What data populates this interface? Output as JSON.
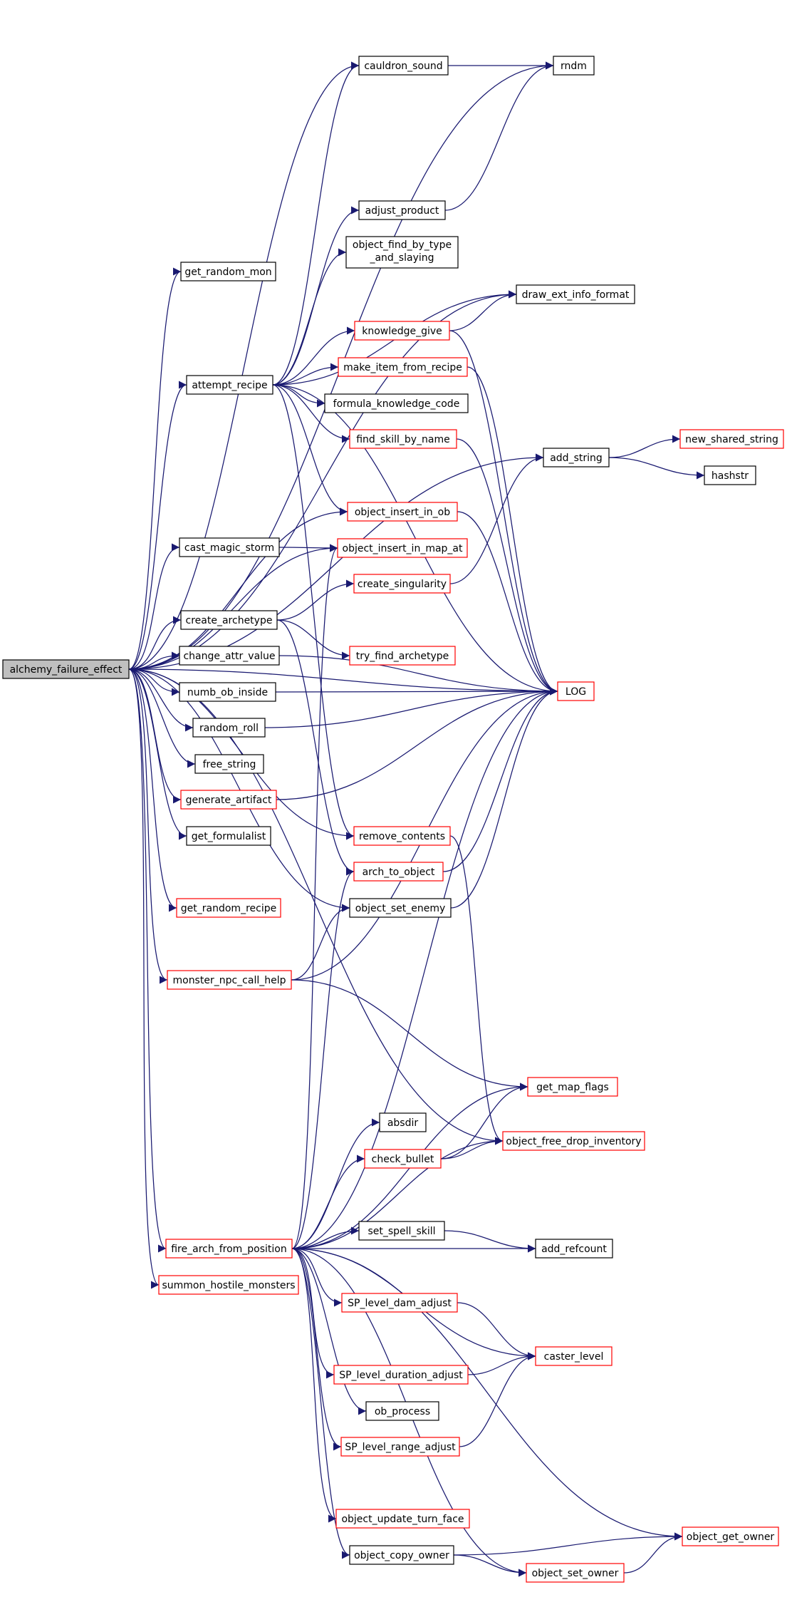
{
  "colors": {
    "edge": "#191970",
    "normal_border": "#000000",
    "truncated_border": "#ff0000",
    "root_fill": "#bfbfbf",
    "background": "#ffffff"
  },
  "nodes": [
    {
      "id": "root",
      "label": "alchemy_failure_effect",
      "style": "root"
    },
    {
      "id": "cauldron_sound",
      "label": "cauldron_sound",
      "style": "normal"
    },
    {
      "id": "rndm",
      "label": "rndm",
      "style": "normal"
    },
    {
      "id": "adjust_product",
      "label": "adjust_product",
      "style": "normal"
    },
    {
      "id": "object_find_by_type",
      "label": "object_find_by_type",
      "label2": "_and_slaying",
      "style": "normal"
    },
    {
      "id": "get_random_mon",
      "label": "get_random_mon",
      "style": "normal"
    },
    {
      "id": "draw_ext_info_format",
      "label": "draw_ext_info_format",
      "style": "normal"
    },
    {
      "id": "knowledge_give",
      "label": "knowledge_give",
      "style": "truncated"
    },
    {
      "id": "make_item_from_recipe",
      "label": "make_item_from_recipe",
      "style": "truncated"
    },
    {
      "id": "attempt_recipe",
      "label": "attempt_recipe",
      "style": "normal"
    },
    {
      "id": "formula_knowledge_code",
      "label": "formula_knowledge_code",
      "style": "normal"
    },
    {
      "id": "find_skill_by_name",
      "label": "find_skill_by_name",
      "style": "truncated"
    },
    {
      "id": "add_string",
      "label": "add_string",
      "style": "normal"
    },
    {
      "id": "new_shared_string",
      "label": "new_shared_string",
      "style": "truncated"
    },
    {
      "id": "hashstr",
      "label": "hashstr",
      "style": "normal"
    },
    {
      "id": "object_insert_in_ob",
      "label": "object_insert_in_ob",
      "style": "truncated"
    },
    {
      "id": "cast_magic_storm",
      "label": "cast_magic_storm",
      "style": "normal"
    },
    {
      "id": "object_insert_in_map_at",
      "label": "object_insert_in_map_at",
      "style": "truncated"
    },
    {
      "id": "create_singularity",
      "label": "create_singularity",
      "style": "truncated"
    },
    {
      "id": "create_archetype",
      "label": "create_archetype",
      "style": "normal"
    },
    {
      "id": "try_find_archetype",
      "label": "try_find_archetype",
      "style": "truncated"
    },
    {
      "id": "change_attr_value",
      "label": "change_attr_value",
      "style": "normal"
    },
    {
      "id": "LOG",
      "label": "LOG",
      "style": "truncated"
    },
    {
      "id": "numb_ob_inside",
      "label": "numb_ob_inside",
      "style": "normal"
    },
    {
      "id": "random_roll",
      "label": "random_roll",
      "style": "normal"
    },
    {
      "id": "free_string",
      "label": "free_string",
      "style": "normal"
    },
    {
      "id": "generate_artifact",
      "label": "generate_artifact",
      "style": "truncated"
    },
    {
      "id": "get_formulalist",
      "label": "get_formulalist",
      "style": "normal"
    },
    {
      "id": "remove_contents",
      "label": "remove_contents",
      "style": "truncated"
    },
    {
      "id": "arch_to_object",
      "label": "arch_to_object",
      "style": "truncated"
    },
    {
      "id": "get_random_recipe",
      "label": "get_random_recipe",
      "style": "truncated"
    },
    {
      "id": "object_set_enemy",
      "label": "object_set_enemy",
      "style": "normal"
    },
    {
      "id": "monster_npc_call_help",
      "label": "monster_npc_call_help",
      "style": "truncated"
    },
    {
      "id": "get_map_flags",
      "label": "get_map_flags",
      "style": "truncated"
    },
    {
      "id": "absdir",
      "label": "absdir",
      "style": "normal"
    },
    {
      "id": "check_bullet",
      "label": "check_bullet",
      "style": "truncated"
    },
    {
      "id": "object_free_drop_inventory",
      "label": "object_free_drop_inventory",
      "style": "truncated"
    },
    {
      "id": "set_spell_skill",
      "label": "set_spell_skill",
      "style": "normal"
    },
    {
      "id": "fire_arch_from_position",
      "label": "fire_arch_from_position",
      "style": "truncated"
    },
    {
      "id": "add_refcount",
      "label": "add_refcount",
      "style": "normal"
    },
    {
      "id": "summon_hostile_monsters",
      "label": "summon_hostile_monsters",
      "style": "truncated"
    },
    {
      "id": "SP_level_dam_adjust",
      "label": "SP_level_dam_adjust",
      "style": "truncated"
    },
    {
      "id": "caster_level",
      "label": "caster_level",
      "style": "truncated"
    },
    {
      "id": "SP_level_duration_adjust",
      "label": "SP_level_duration_adjust",
      "style": "truncated"
    },
    {
      "id": "ob_process",
      "label": "ob_process",
      "style": "normal"
    },
    {
      "id": "SP_level_range_adjust",
      "label": "SP_level_range_adjust",
      "style": "truncated"
    },
    {
      "id": "object_update_turn_face",
      "label": "object_update_turn_face",
      "style": "truncated"
    },
    {
      "id": "object_get_owner",
      "label": "object_get_owner",
      "style": "truncated"
    },
    {
      "id": "object_copy_owner",
      "label": "object_copy_owner",
      "style": "normal"
    },
    {
      "id": "object_set_owner",
      "label": "object_set_owner",
      "style": "truncated"
    }
  ],
  "edges": [
    [
      "root",
      "rndm"
    ],
    [
      "root",
      "cauldron_sound"
    ],
    [
      "root",
      "draw_ext_info_format"
    ],
    [
      "root",
      "LOG"
    ],
    [
      "root",
      "add_string"
    ],
    [
      "root",
      "get_random_mon"
    ],
    [
      "root",
      "attempt_recipe"
    ],
    [
      "root",
      "object_insert_in_ob"
    ],
    [
      "root",
      "object_insert_in_map_at"
    ],
    [
      "root",
      "cast_magic_storm"
    ],
    [
      "root",
      "create_archetype"
    ],
    [
      "root",
      "change_attr_value"
    ],
    [
      "root",
      "numb_ob_inside"
    ],
    [
      "root",
      "random_roll"
    ],
    [
      "root",
      "free_string"
    ],
    [
      "root",
      "generate_artifact"
    ],
    [
      "root",
      "get_formulalist"
    ],
    [
      "root",
      "object_set_enemy"
    ],
    [
      "root",
      "get_random_recipe"
    ],
    [
      "root",
      "remove_contents"
    ],
    [
      "root",
      "monster_npc_call_help"
    ],
    [
      "root",
      "object_free_drop_inventory"
    ],
    [
      "root",
      "fire_arch_from_position"
    ],
    [
      "root",
      "summon_hostile_monsters"
    ],
    [
      "cauldron_sound",
      "rndm"
    ],
    [
      "adjust_product",
      "rndm"
    ],
    [
      "attempt_recipe",
      "cauldron_sound"
    ],
    [
      "attempt_recipe",
      "adjust_product"
    ],
    [
      "attempt_recipe",
      "object_find_by_type"
    ],
    [
      "attempt_recipe",
      "draw_ext_info_format"
    ],
    [
      "attempt_recipe",
      "knowledge_give"
    ],
    [
      "attempt_recipe",
      "make_item_from_recipe"
    ],
    [
      "attempt_recipe",
      "formula_knowledge_code"
    ],
    [
      "attempt_recipe",
      "find_skill_by_name"
    ],
    [
      "attempt_recipe",
      "object_insert_in_ob"
    ],
    [
      "attempt_recipe",
      "LOG"
    ],
    [
      "attempt_recipe",
      "remove_contents"
    ],
    [
      "knowledge_give",
      "draw_ext_info_format"
    ],
    [
      "knowledge_give",
      "LOG"
    ],
    [
      "make_item_from_recipe",
      "LOG"
    ],
    [
      "find_skill_by_name",
      "LOG"
    ],
    [
      "object_insert_in_ob",
      "LOG"
    ],
    [
      "add_string",
      "new_shared_string"
    ],
    [
      "add_string",
      "hashstr"
    ],
    [
      "cast_magic_storm",
      "object_insert_in_map_at"
    ],
    [
      "create_singularity",
      "add_string"
    ],
    [
      "create_archetype",
      "create_singularity"
    ],
    [
      "create_archetype",
      "try_find_archetype"
    ],
    [
      "create_archetype",
      "arch_to_object"
    ],
    [
      "change_attr_value",
      "LOG"
    ],
    [
      "numb_ob_inside",
      "LOG"
    ],
    [
      "random_roll",
      "LOG"
    ],
    [
      "generate_artifact",
      "LOG"
    ],
    [
      "remove_contents",
      "object_free_drop_inventory"
    ],
    [
      "arch_to_object",
      "LOG"
    ],
    [
      "object_set_enemy",
      "LOG"
    ],
    [
      "monster_npc_call_help",
      "object_set_enemy"
    ],
    [
      "monster_npc_call_help",
      "LOG"
    ],
    [
      "monster_npc_call_help",
      "get_map_flags"
    ],
    [
      "check_bullet",
      "get_map_flags"
    ],
    [
      "check_bullet",
      "object_free_drop_inventory"
    ],
    [
      "set_spell_skill",
      "add_refcount"
    ],
    [
      "fire_arch_from_position",
      "object_insert_in_map_at"
    ],
    [
      "fire_arch_from_position",
      "arch_to_object"
    ],
    [
      "fire_arch_from_position",
      "LOG"
    ],
    [
      "fire_arch_from_position",
      "get_map_flags"
    ],
    [
      "fire_arch_from_position",
      "absdir"
    ],
    [
      "fire_arch_from_position",
      "check_bullet"
    ],
    [
      "fire_arch_from_position",
      "object_free_drop_inventory"
    ],
    [
      "fire_arch_from_position",
      "set_spell_skill"
    ],
    [
      "fire_arch_from_position",
      "add_refcount"
    ],
    [
      "fire_arch_from_position",
      "SP_level_dam_adjust"
    ],
    [
      "fire_arch_from_position",
      "caster_level"
    ],
    [
      "fire_arch_from_position",
      "SP_level_duration_adjust"
    ],
    [
      "fire_arch_from_position",
      "ob_process"
    ],
    [
      "fire_arch_from_position",
      "SP_level_range_adjust"
    ],
    [
      "fire_arch_from_position",
      "object_update_turn_face"
    ],
    [
      "fire_arch_from_position",
      "object_get_owner"
    ],
    [
      "fire_arch_from_position",
      "object_copy_owner"
    ],
    [
      "fire_arch_from_position",
      "object_set_owner"
    ],
    [
      "SP_level_dam_adjust",
      "caster_level"
    ],
    [
      "SP_level_duration_adjust",
      "caster_level"
    ],
    [
      "SP_level_range_adjust",
      "caster_level"
    ],
    [
      "object_copy_owner",
      "object_get_owner"
    ],
    [
      "object_copy_owner",
      "object_set_owner"
    ],
    [
      "object_set_owner",
      "object_get_owner"
    ]
  ]
}
